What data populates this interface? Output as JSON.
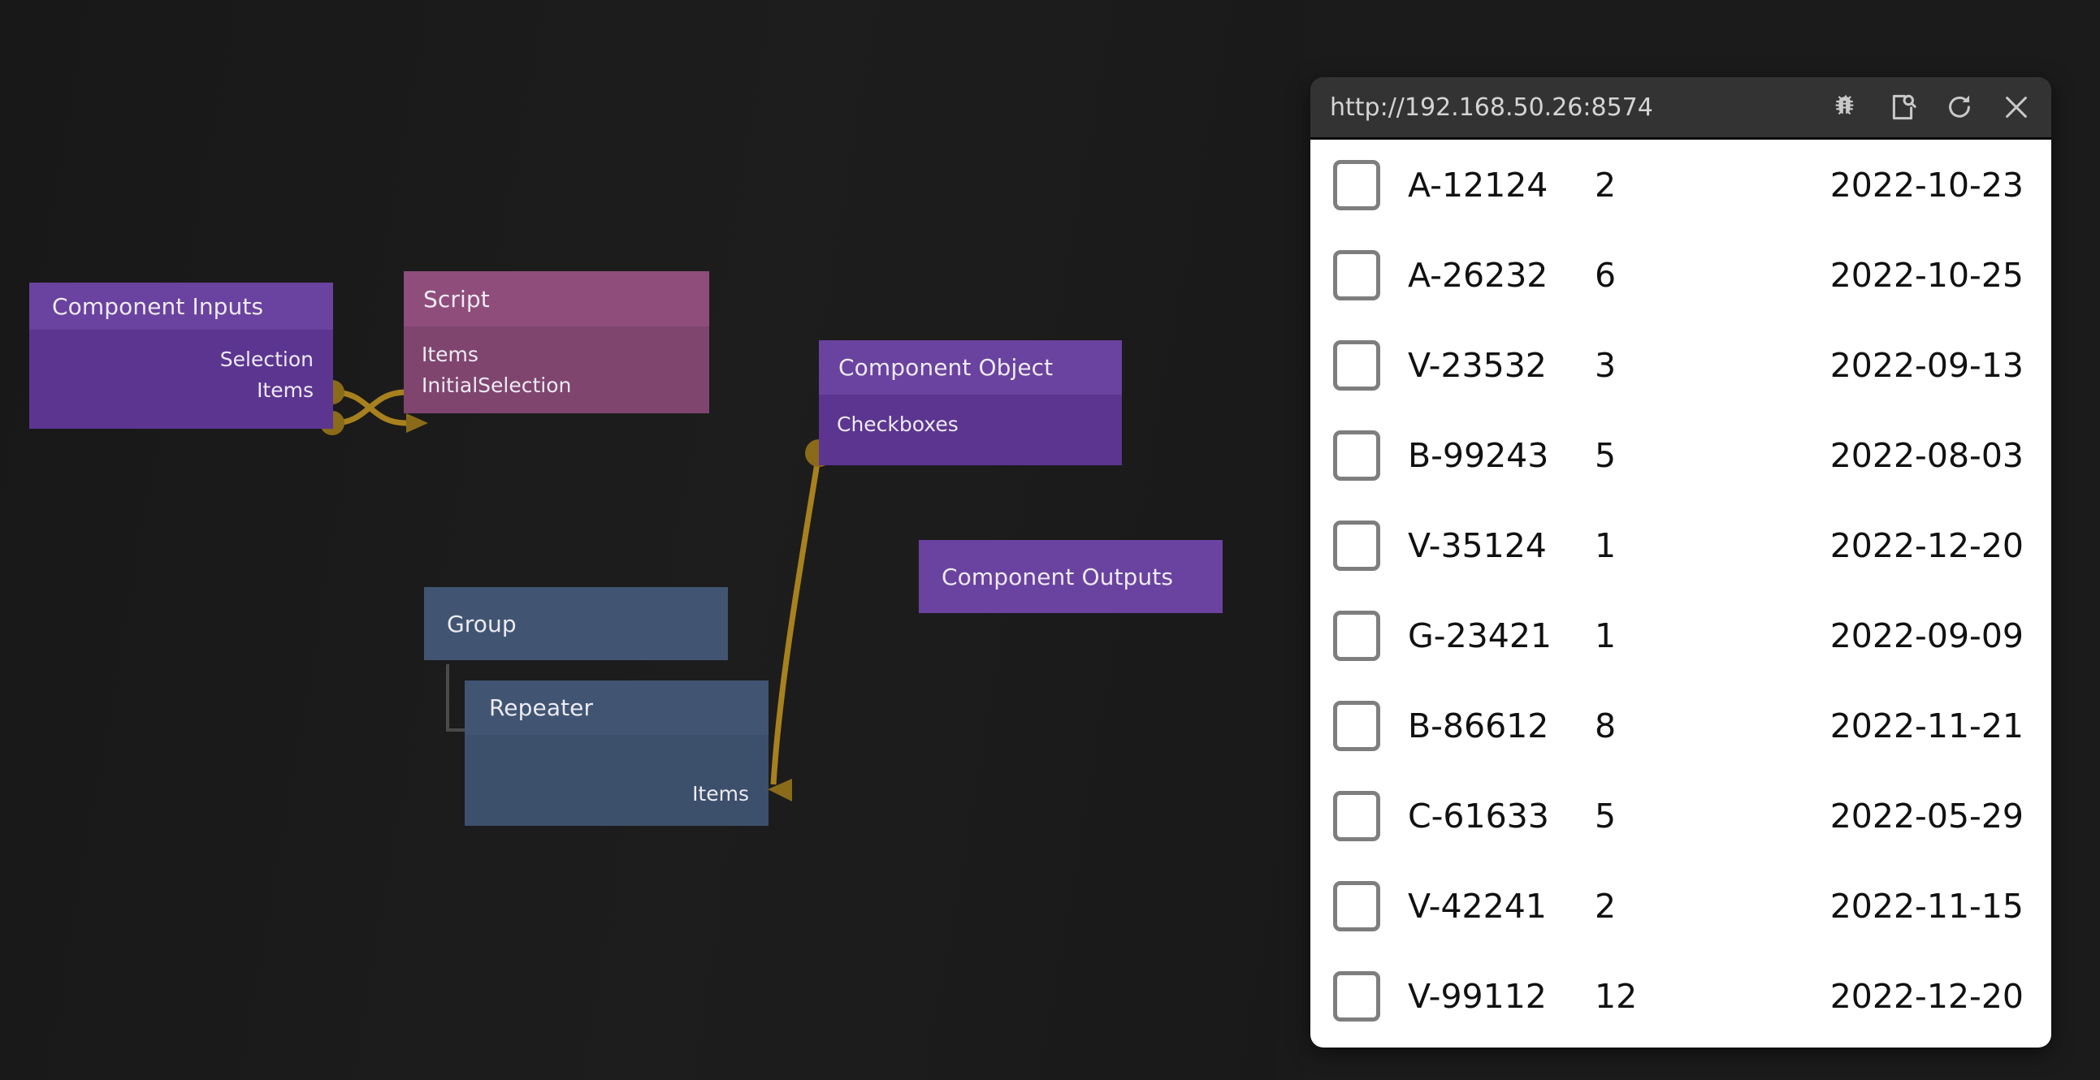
{
  "canvas": {
    "nodes": [
      {
        "id": "component-inputs",
        "title": "Component Inputs",
        "ports": [
          "Selection",
          "Items"
        ]
      },
      {
        "id": "script",
        "title": "Script",
        "ports": [
          "Items",
          "InitialSelection"
        ]
      },
      {
        "id": "component-object",
        "title": "Component Object",
        "ports": [
          "Checkboxes"
        ]
      },
      {
        "id": "component-outputs",
        "title": "Component Outputs",
        "ports": []
      },
      {
        "id": "group",
        "title": "Group",
        "ports": []
      },
      {
        "id": "repeater",
        "title": "Repeater",
        "ports": [
          "Items"
        ]
      }
    ],
    "colors": {
      "background": "#1b1b1b",
      "purple_header": "#6a429f",
      "purple_body": "#5c3590",
      "magenta_header": "#8f4d7c",
      "magenta_body": "#7f456f",
      "blue_header": "#415573",
      "blue_body": "#3c4f6b",
      "wire": "#a8811f",
      "bracket": "#4a4a4a"
    }
  },
  "browser": {
    "url": "http://192.168.50.26:8574",
    "buttons": [
      {
        "name": "debug-bug-icon",
        "label": "Debug"
      },
      {
        "name": "inspect-page-icon",
        "label": "Inspect"
      },
      {
        "name": "reload-icon",
        "label": "Reload"
      },
      {
        "name": "close-icon",
        "label": "Close"
      }
    ],
    "table": {
      "rows": [
        {
          "checked": false,
          "code": "A-12124",
          "qty": "2",
          "date": "2022-10-23"
        },
        {
          "checked": false,
          "code": "A-26232",
          "qty": "6",
          "date": "2022-10-25"
        },
        {
          "checked": false,
          "code": "V-23532",
          "qty": "3",
          "date": "2022-09-13"
        },
        {
          "checked": false,
          "code": "B-99243",
          "qty": "5",
          "date": "2022-08-03"
        },
        {
          "checked": false,
          "code": "V-35124",
          "qty": "1",
          "date": "2022-12-20"
        },
        {
          "checked": false,
          "code": "G-23421",
          "qty": "1",
          "date": "2022-09-09"
        },
        {
          "checked": false,
          "code": "B-86612",
          "qty": "8",
          "date": "2022-11-21"
        },
        {
          "checked": false,
          "code": "C-61633",
          "qty": "5",
          "date": "2022-05-29"
        },
        {
          "checked": false,
          "code": "V-42241",
          "qty": "2",
          "date": "2022-11-15"
        },
        {
          "checked": false,
          "code": "V-99112",
          "qty": "12",
          "date": "2022-12-20"
        }
      ]
    }
  }
}
